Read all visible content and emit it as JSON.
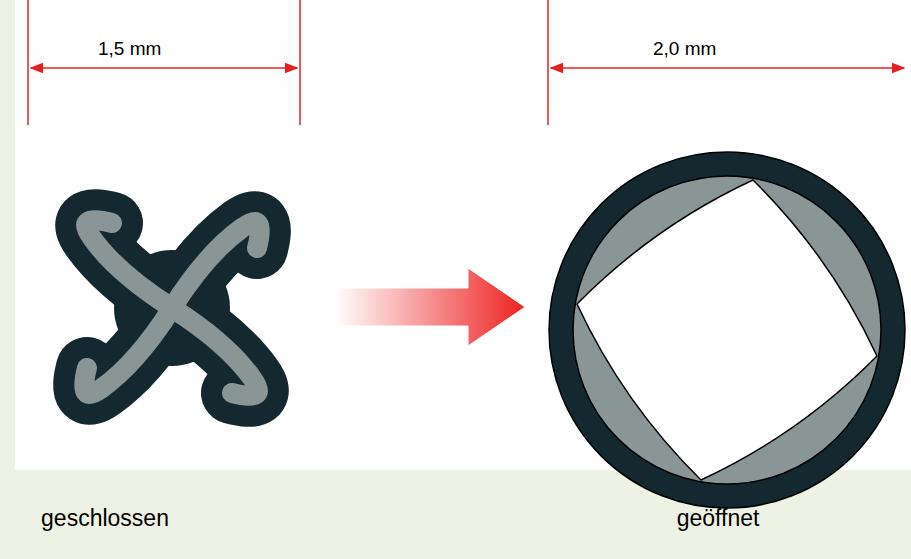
{
  "diagram": {
    "labels": [
      "1,5 mm",
      "2,0 mm",
      "geschlossen",
      "geöffnet"
    ]
  }
}
